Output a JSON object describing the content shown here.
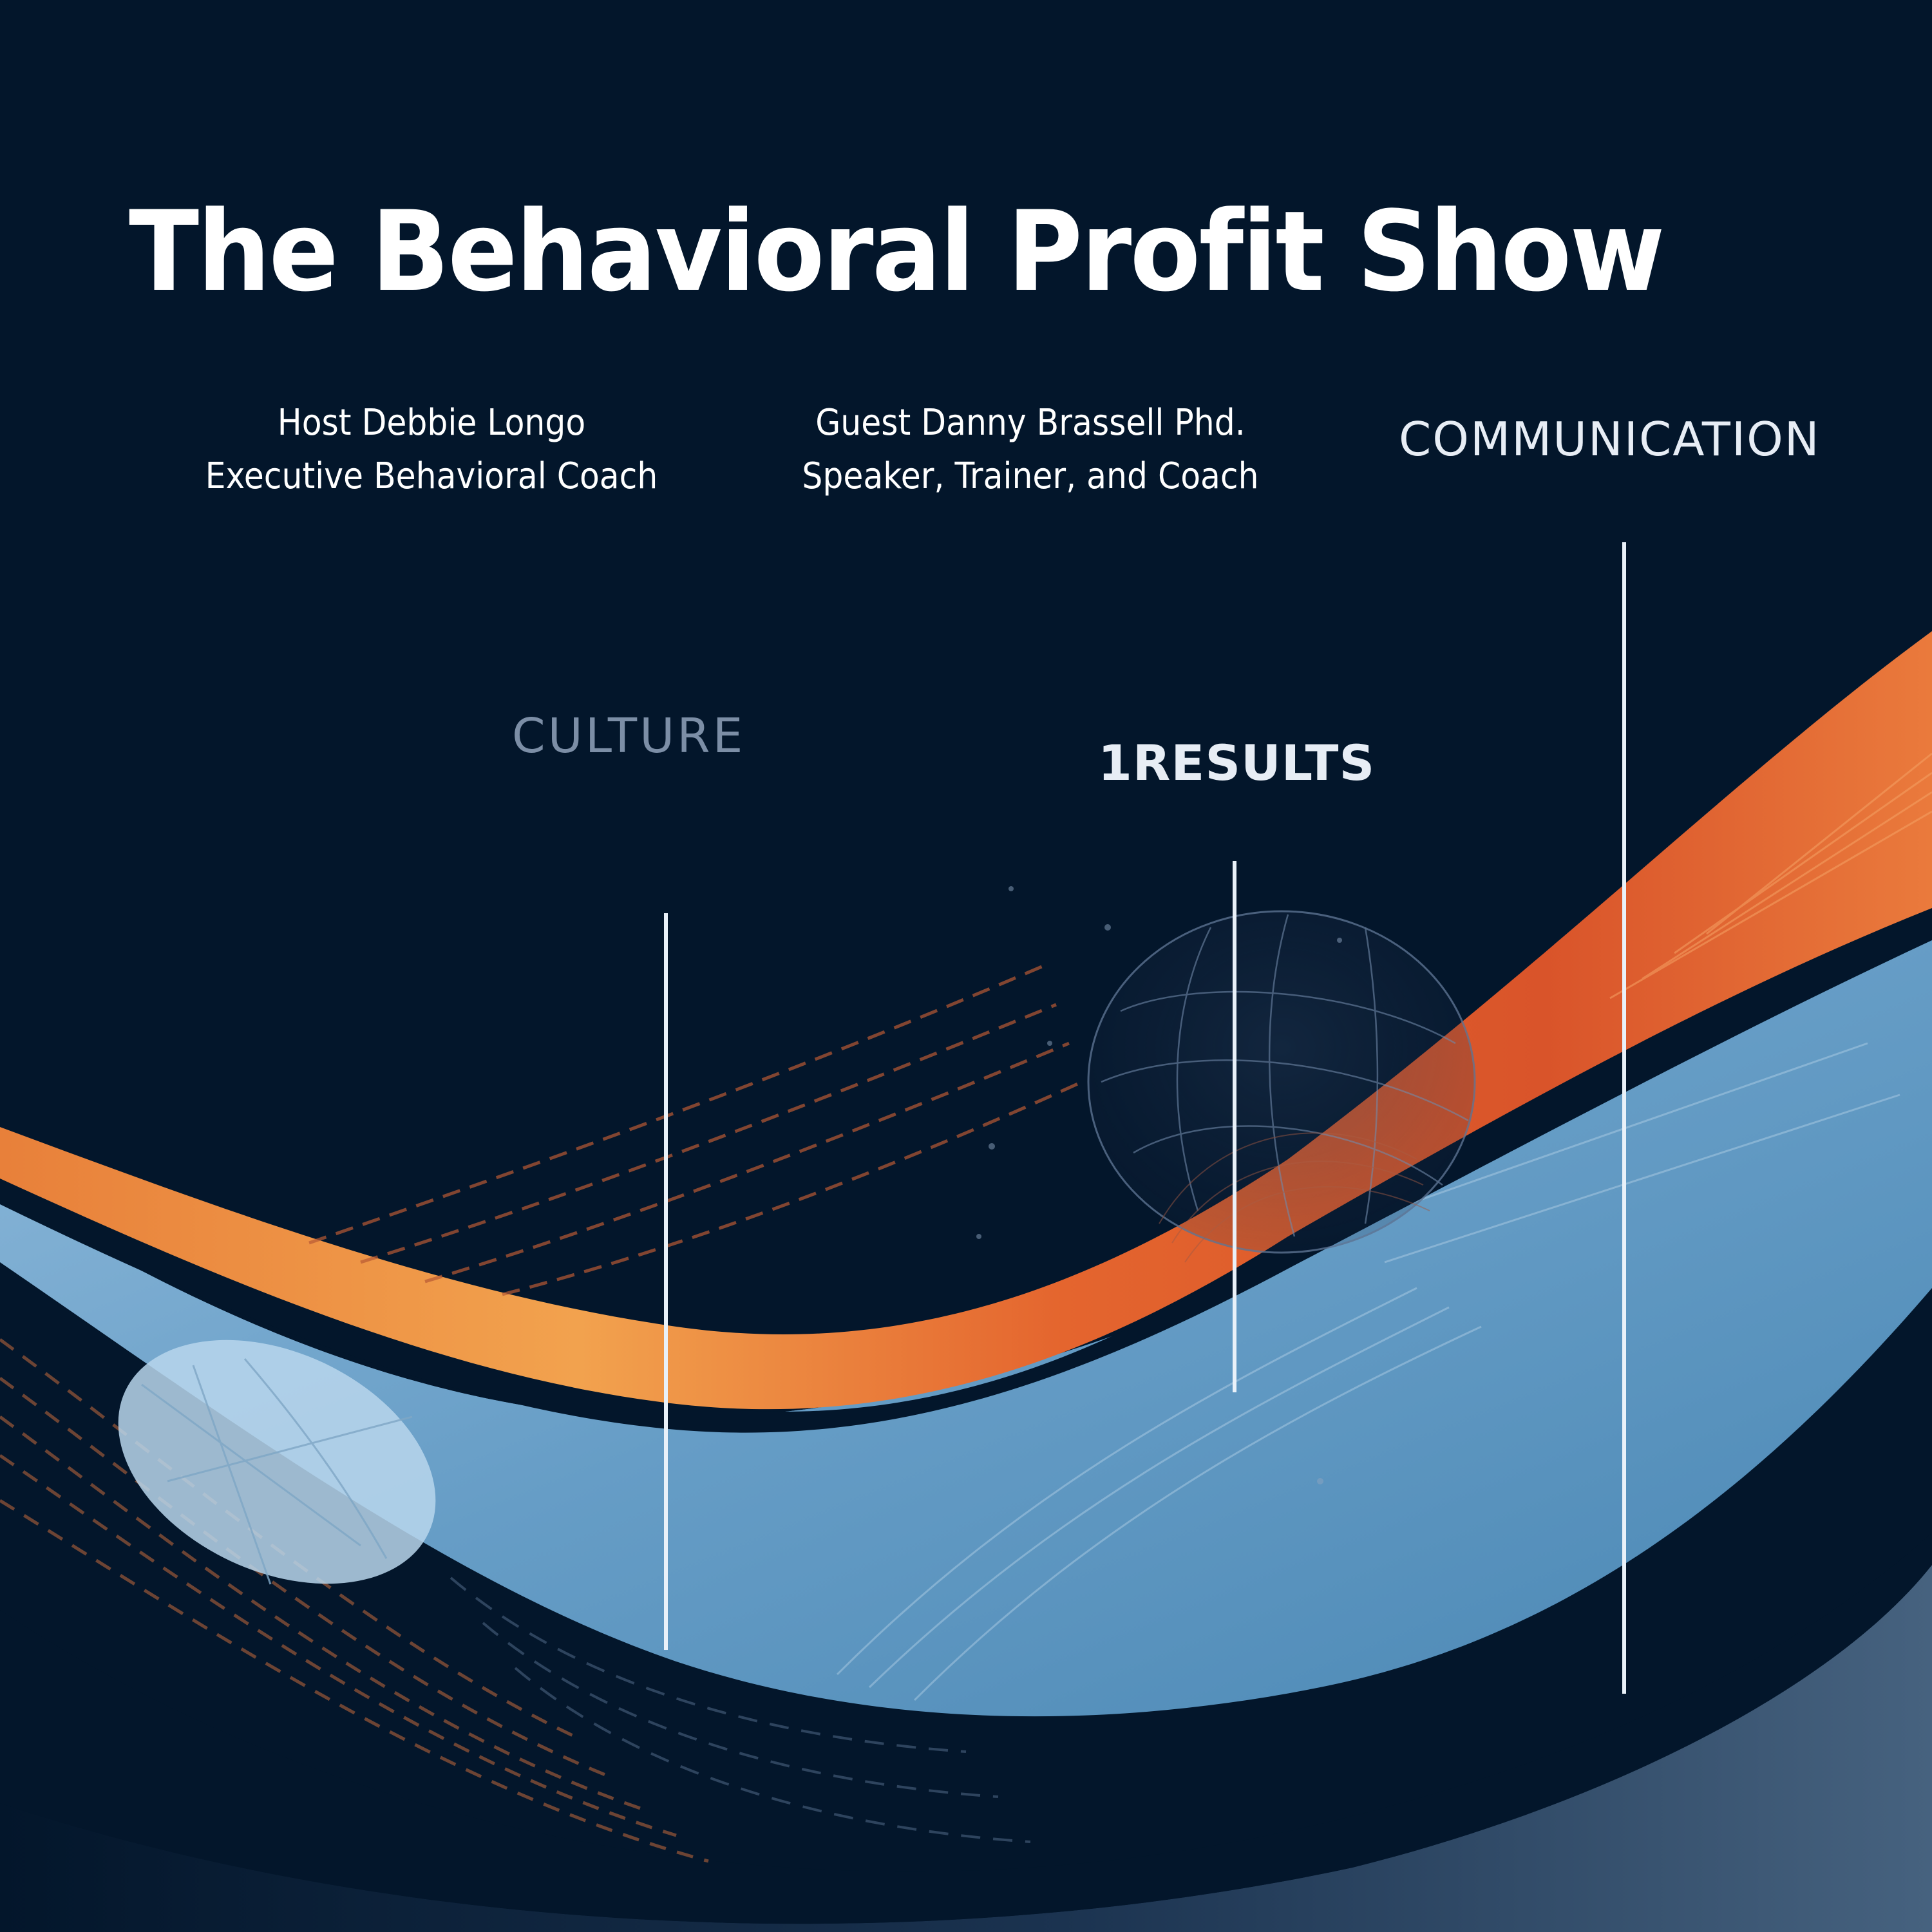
{
  "cover": {
    "title": "The Behavioral Profit Show",
    "host": {
      "line1": "Host Debbie Longo",
      "line2": "Executive Behavioral Coach"
    },
    "guest": {
      "line1": "Guest Danny Brassell Phd.",
      "line2": "Speaker, Trainer, and Coach"
    },
    "labels": {
      "culture": "CULTURE",
      "results": "1RESULTS",
      "communication": "COMMUNICATION"
    }
  },
  "colors": {
    "background": "#03162b",
    "orange_light": "#f0a048",
    "orange_dark": "#d9542a",
    "blue_band": "#5a93bd",
    "blue_light": "#a8cbe4",
    "text": "#ffffff"
  }
}
